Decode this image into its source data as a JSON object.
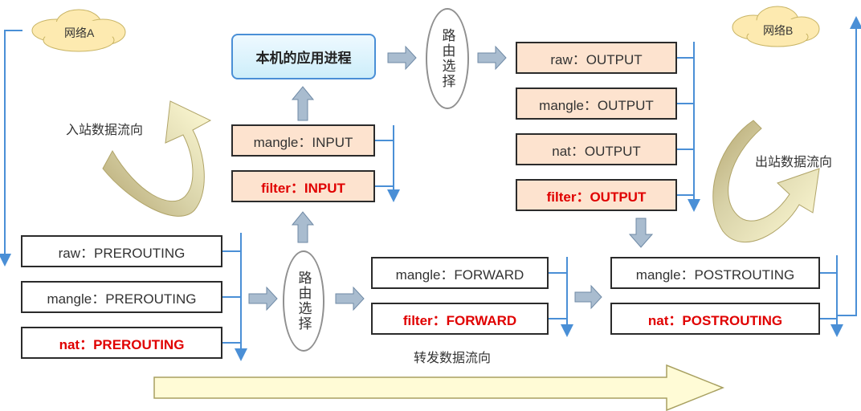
{
  "clouds": {
    "net_a": "网络A",
    "net_b": "网络B"
  },
  "flow_labels": {
    "inbound": "入站数据流向",
    "outbound": "出站数据流向",
    "forward": "转发数据流向"
  },
  "app_process": "本机的应用进程",
  "routing": "路由选择",
  "prerouting": [
    "raw：PREROUTING",
    "mangle：PREROUTING",
    "nat：PREROUTING"
  ],
  "input": [
    "mangle：INPUT",
    "filter：INPUT"
  ],
  "output": [
    "raw：OUTPUT",
    "mangle：OUTPUT",
    "nat：OUTPUT",
    "filter：OUTPUT"
  ],
  "forward": [
    "mangle：FORWARD",
    "filter：FORWARD"
  ],
  "postrouting": [
    "mangle：POSTROUTING",
    "nat：POSTROUTING"
  ],
  "colors": {
    "line": "#4a8fd6",
    "red_text": "#e00000",
    "tan_fill": "#fde3cf",
    "cloud": "#fdeab0",
    "big_arrow": "#fffbd6"
  }
}
